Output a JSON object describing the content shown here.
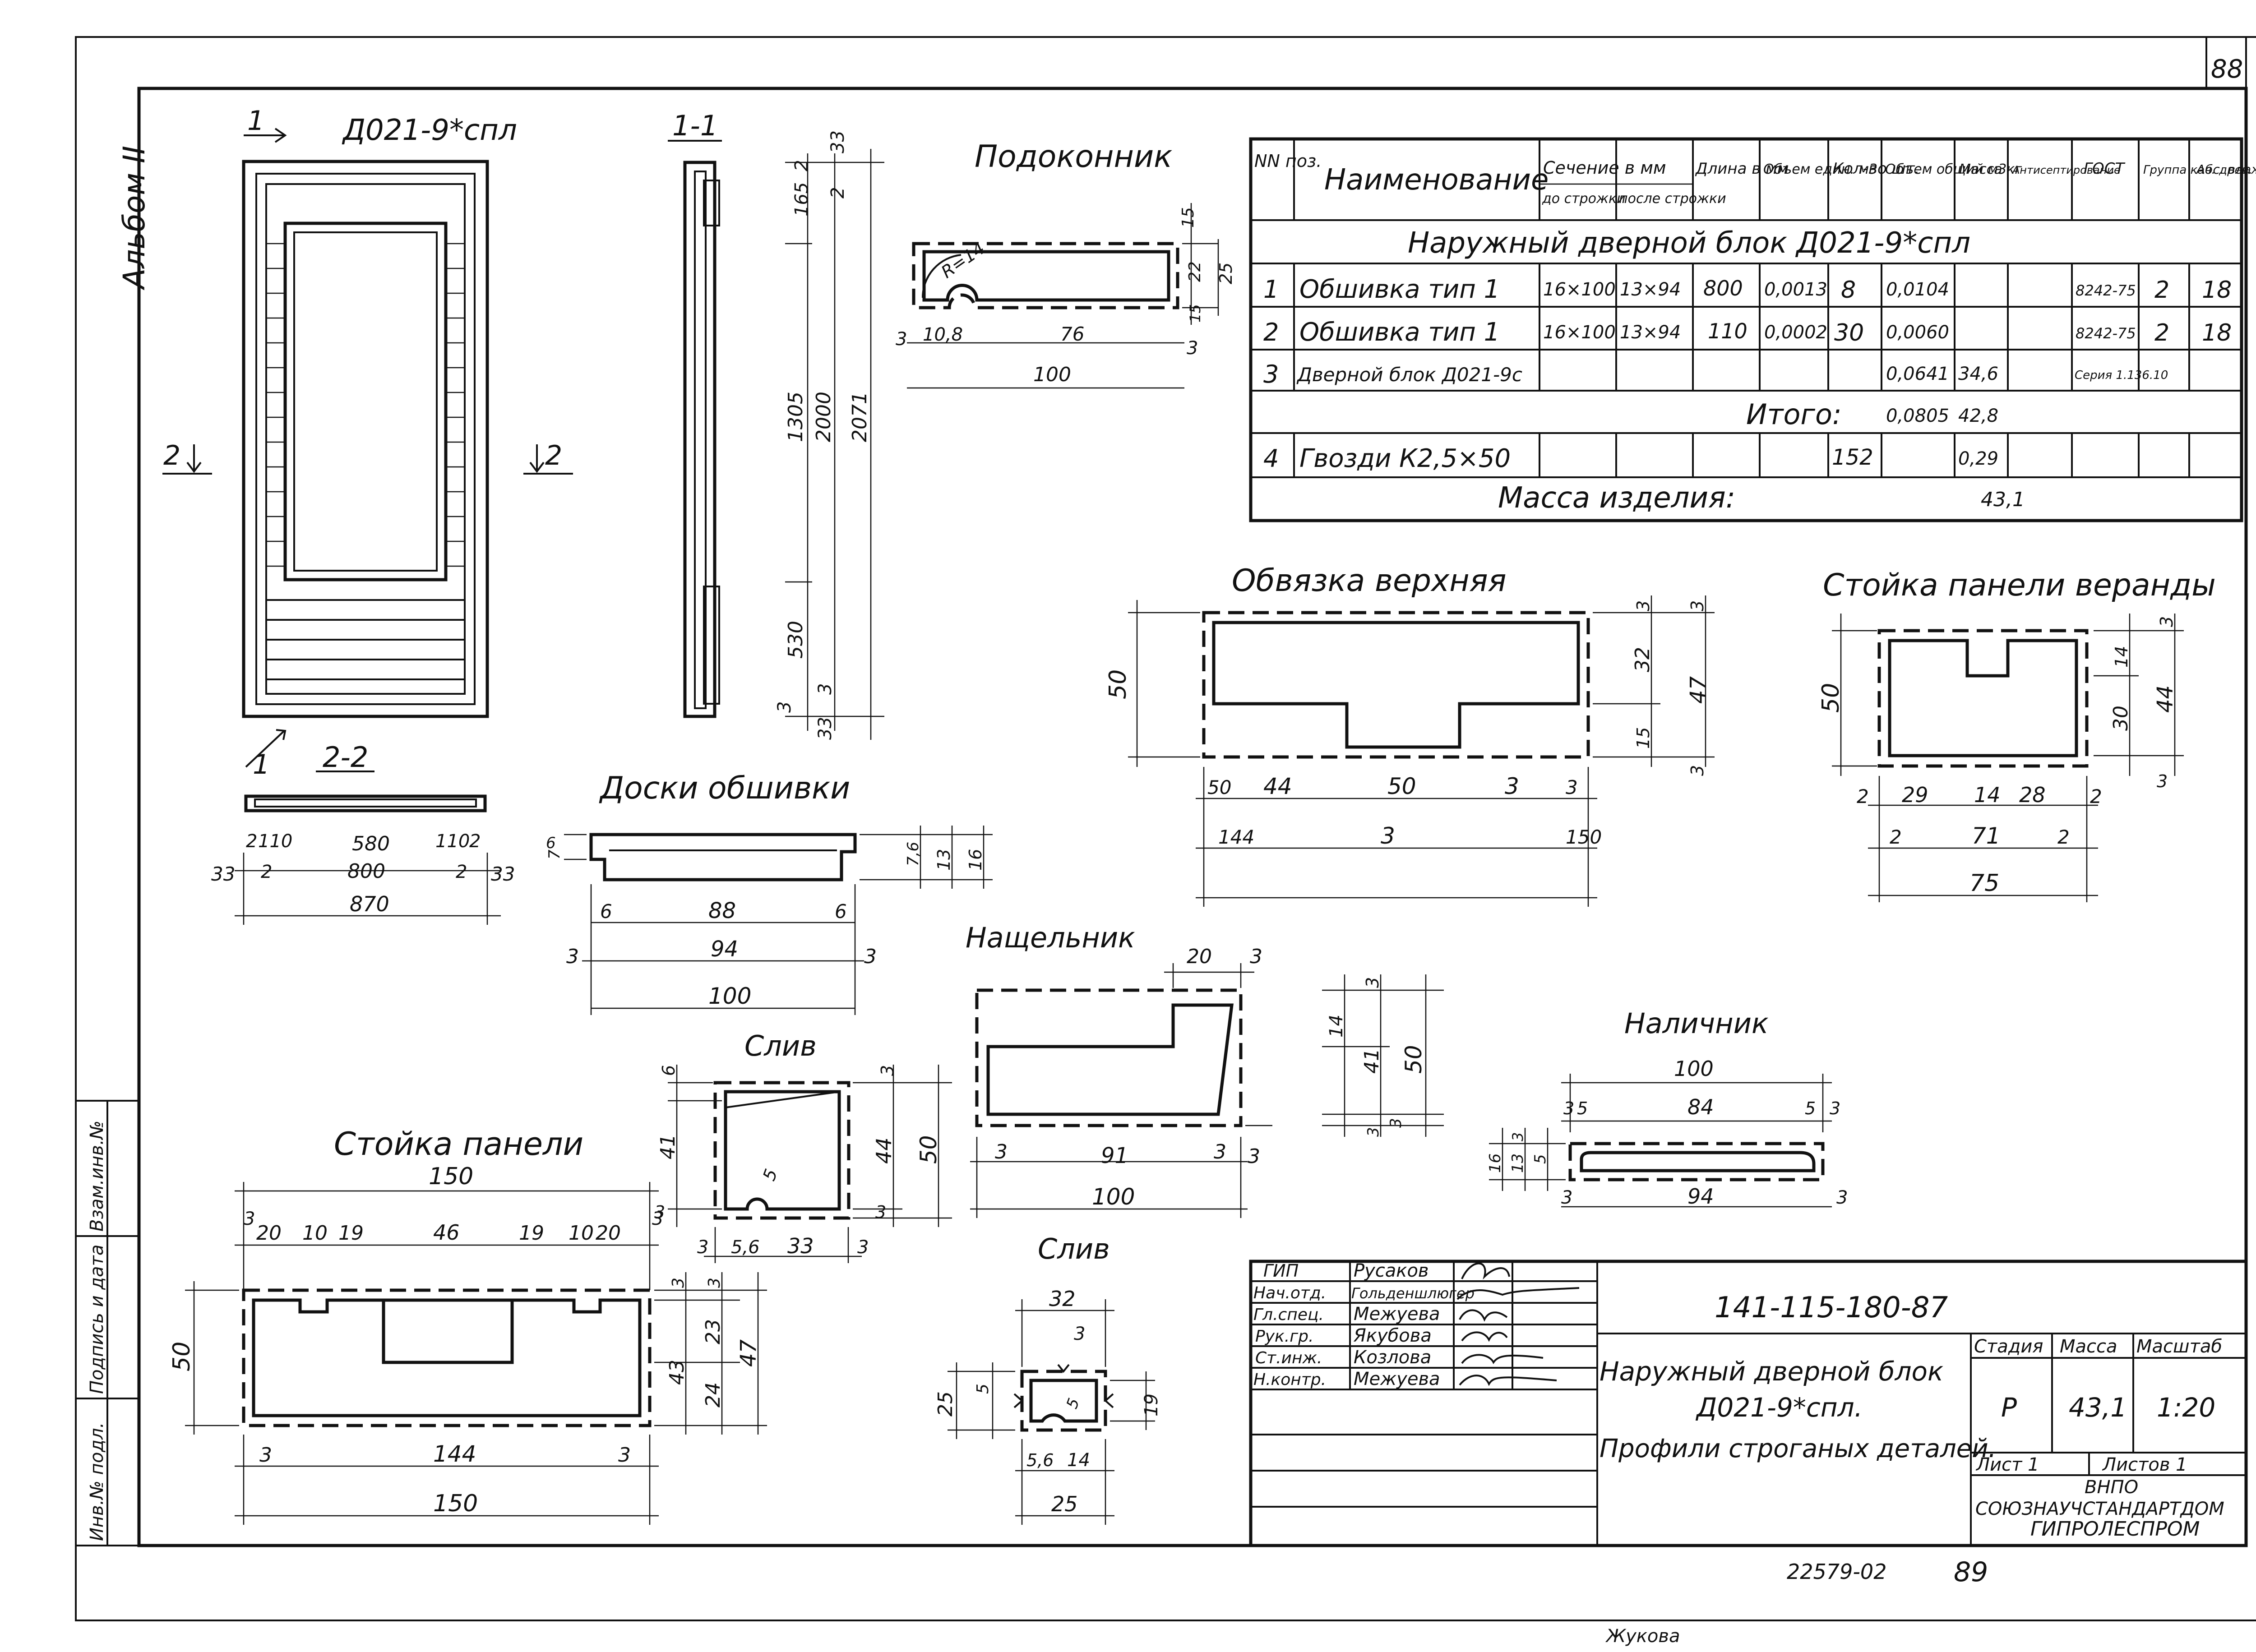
{
  "sheet": {
    "page_number_top": "88",
    "album_label": "Альбом II",
    "page_number_bottom": "89",
    "registration_number": "22579-02",
    "footer_name": "Жукова"
  },
  "door_views": {
    "title": "Д021-9*спл",
    "section_mark_left": "1",
    "section_mark_right": "2",
    "cut_1_1": "1-1",
    "cut_2_2": "2-2",
    "section_2": "2",
    "elevation_dims": [
      "2",
      "33",
      "165",
      "2",
      "1305",
      "2000",
      "2071",
      "530",
      "3",
      "3",
      "33"
    ],
    "plan_dims": [
      "2",
      "110",
      "580",
      "110",
      "2",
      "33",
      "2",
      "800",
      "2",
      "33",
      "870"
    ]
  },
  "spec_table": {
    "headers": {
      "pos": "NN поз.",
      "name": "Наименование",
      "section": "Сечение в мм",
      "before": "до строжки",
      "after": "после строжки",
      "length": "Длина в мм",
      "vol_unit": "Объем един. м3",
      "qty": "Кол-во шт.",
      "vol_total": "Объем общий м3",
      "mass": "Масса кг",
      "antiseptic": "Антисептирование",
      "gost": "ГОСТ",
      "group": "Группа кач. древ.",
      "moisture": "Абс. влаж. %"
    },
    "group_title": "Наружный дверной блок Д021-9*спл",
    "rows": [
      {
        "pos": "1",
        "name": "Обшивка тип 1",
        "before": "16×100",
        "after": "13×94",
        "length": "800",
        "vol_unit": "0,0013",
        "qty": "8",
        "vol_total": "0,0104",
        "mass": "",
        "gost": "8242-75",
        "group": "2",
        "moisture": "18"
      },
      {
        "pos": "2",
        "name": "Обшивка тип 1",
        "before": "16×100",
        "after": "13×94",
        "length": "110",
        "vol_unit": "0,0002",
        "qty": "30",
        "vol_total": "0,0060",
        "mass": "",
        "gost": "8242-75",
        "group": "2",
        "moisture": "18"
      },
      {
        "pos": "3",
        "name": "Дверной блок Д021-9с",
        "before": "",
        "after": "",
        "length": "",
        "vol_unit": "",
        "qty": "",
        "vol_total": "0,0641",
        "mass": "34,6",
        "gost": "Серия 1.136.10",
        "group": "",
        "moisture": ""
      }
    ],
    "total_label": "Итого:",
    "total_volume": "0,0805",
    "total_mass": "42,8",
    "nails": {
      "pos": "4",
      "name": "Гвозди К2,5×50",
      "qty": "152",
      "mass": "0,29"
    },
    "product_mass_label": "Масса изделия:",
    "product_mass": "43,1"
  },
  "profiles": {
    "podokonnik": {
      "title": "Подоконник",
      "radius": "R=14",
      "dims": [
        "15",
        "22",
        "25",
        "15",
        "3",
        "10,8",
        "76",
        "3",
        "100"
      ]
    },
    "obvyazka": {
      "title": "Обвязка верхняя",
      "dims": [
        "50",
        "3",
        "3",
        "32",
        "47",
        "15",
        "3",
        "50",
        "44",
        "50",
        "3",
        "3",
        "144",
        "3",
        "150"
      ]
    },
    "stoyka_verandy": {
      "title": "Стойка панели веранды",
      "dims": [
        "50",
        "14",
        "3",
        "30",
        "44",
        "3",
        "2",
        "29",
        "14",
        "28",
        "2",
        "2",
        "71",
        "2",
        "75"
      ]
    },
    "doski": {
      "title": "Доски обшивки",
      "dims": [
        "6",
        "7",
        "7,6",
        "13",
        "16",
        "6",
        "88",
        "6",
        "3",
        "94",
        "3",
        "100"
      ]
    },
    "nashchelnik": {
      "title": "Нащельник",
      "dims": [
        "20",
        "3",
        "14",
        "3",
        "41",
        "50",
        "3",
        "3",
        "3",
        "91",
        "3",
        "3",
        "100"
      ]
    },
    "sliv1": {
      "title": "Слив",
      "dims": [
        "6",
        "41",
        "3",
        "44",
        "50",
        "3",
        "5",
        "3",
        "5,6",
        "33",
        "3"
      ]
    },
    "nalichnik": {
      "title": "Наличник",
      "dims": [
        "100",
        "3",
        "5",
        "84",
        "5",
        "3",
        "16",
        "13",
        "3",
        "5",
        "3",
        "94",
        "3"
      ]
    },
    "stoyka_paneli": {
      "title": "Стойка панели",
      "dims": [
        "150",
        "3",
        "20",
        "10",
        "19",
        "46",
        "19",
        "10",
        "20",
        "3",
        "50",
        "3",
        "3",
        "43",
        "23",
        "24",
        "47",
        "3",
        "144",
        "3",
        "150"
      ]
    },
    "sliv2": {
      "title": "Слив",
      "dims": [
        "32",
        "3",
        "25",
        "5",
        "5",
        "19",
        "5,6",
        "14",
        "25"
      ]
    }
  },
  "margin_stamp": {
    "inv": "Инв.№ подл.",
    "sign": "Подпись и дата",
    "vzam": "Взам.инв.№"
  },
  "title_block": {
    "roles": [
      {
        "role": "ГИП",
        "name": "Русаков"
      },
      {
        "role": "Нач.отд.",
        "name": "Гольденшлюгер"
      },
      {
        "role": "Гл.спец.",
        "name": "Межуева"
      },
      {
        "role": "Рук.гр.",
        "name": "Якубова"
      },
      {
        "role": "Ст.инж.",
        "name": "Козлова"
      },
      {
        "role": "Н.контр.",
        "name": "Межуева"
      }
    ],
    "code": "141-115-180-87",
    "title_lines": [
      "Наружный дверной блок",
      "Д021-9*спл.",
      "Профили строганых деталей."
    ],
    "stage_label": "Стадия",
    "mass_label": "Масса",
    "scale_label": "Масштаб",
    "stage": "Р",
    "mass": "43,1",
    "scale": "1:20",
    "sheet_label": "Лист 1",
    "sheets_label": "Листов 1",
    "org": [
      "ВНПО",
      "СОЮЗНАУЧСТАНДАРТДОМ",
      "ГИПРОЛЕСПРОМ"
    ]
  }
}
